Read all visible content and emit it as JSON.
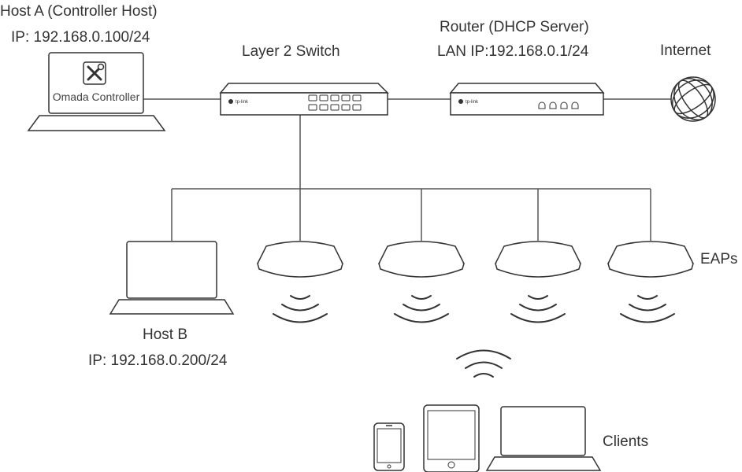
{
  "host_a": {
    "title": "Host A (Controller Host)",
    "ip": "IP: 192.168.0.100/24",
    "screen_text": "Omada Controller"
  },
  "switch": {
    "title": "Layer 2 Switch",
    "brand": "tp-link"
  },
  "router": {
    "title": "Router (DHCP Server)",
    "ip": "LAN IP:192.168.0.1/24",
    "brand": "tp-link"
  },
  "internet": {
    "title": "Internet"
  },
  "eaps": {
    "label": "EAPs",
    "count": 4
  },
  "host_b": {
    "title": "Host B",
    "ip": "IP: 192.168.0.200/24"
  },
  "clients": {
    "label": "Clients"
  },
  "colors": {
    "stroke": "#333333",
    "text": "#333333",
    "background": "#ffffff"
  },
  "icons": [
    "laptop-icon",
    "tools-icon",
    "switch-icon",
    "router-icon",
    "globe-icon",
    "access-point-icon",
    "wifi-waves-icon",
    "phone-icon",
    "tablet-icon"
  ]
}
